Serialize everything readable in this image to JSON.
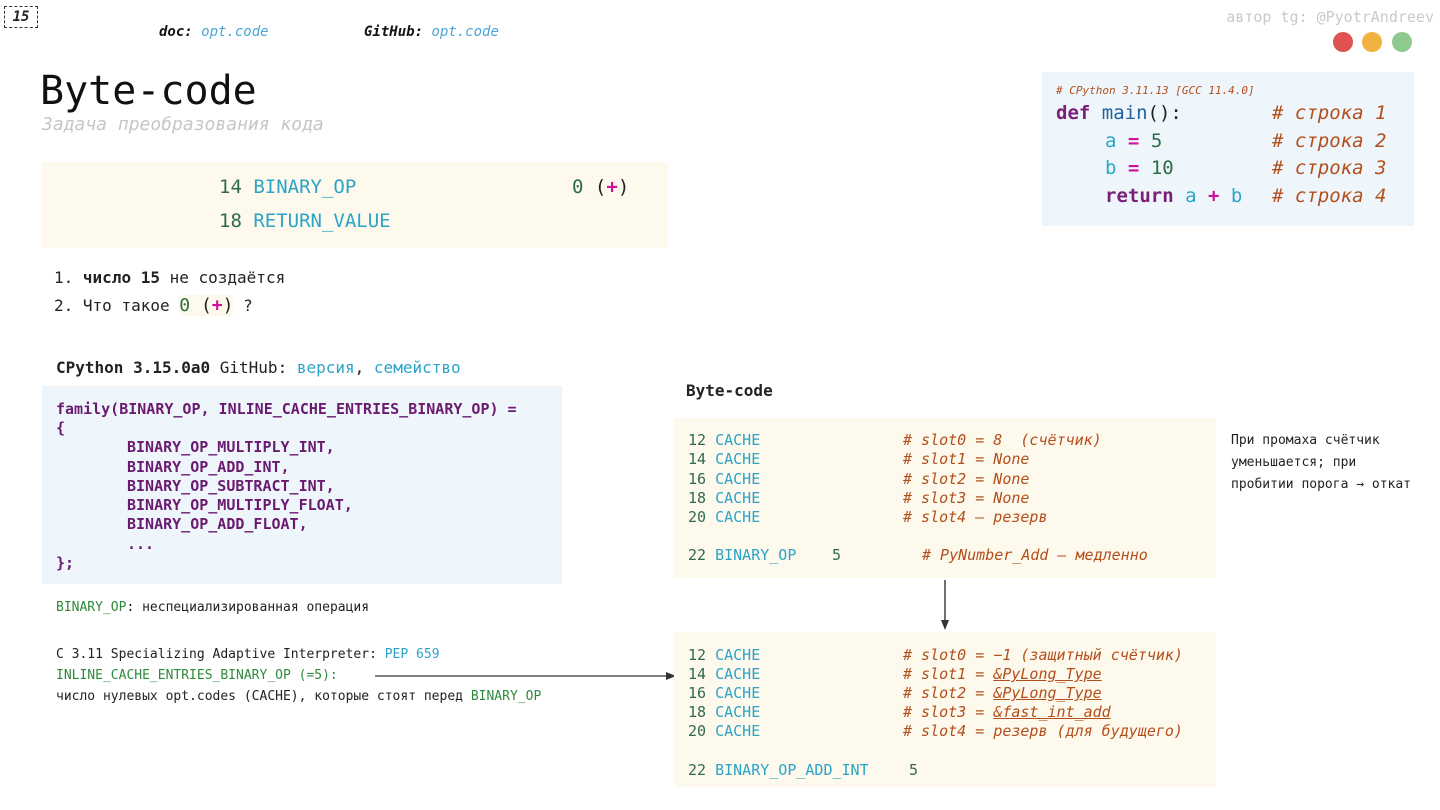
{
  "slide_number": "15",
  "header": {
    "doc_label": "doc:",
    "doc_link": "opt.code",
    "github_label": "GitHub:",
    "github_link": "opt.code",
    "author": "автор tg: @PyotrAndreev"
  },
  "window_dots": [
    {
      "name": "close",
      "color": "#e05252"
    },
    {
      "name": "minimize",
      "color": "#f0b13e"
    },
    {
      "name": "maximize",
      "color": "#8ec98e"
    }
  ],
  "title": "Byte-code",
  "subtitle": "Задача преобразования кода",
  "ops": [
    {
      "offset": "14",
      "name": "BINARY_OP",
      "arg": "0",
      "paren_open": "(",
      "plus": "+",
      "paren_close": ")"
    },
    {
      "offset": "18",
      "name": "RETURN_VALUE"
    }
  ],
  "notes": {
    "n1_num": "1.",
    "n1_bold": "число 15",
    "n1_rest": "не создаётся",
    "n2_num": "2.",
    "n2_text": "Что такое",
    "n2_zero": "0",
    "n2_paren_open": "(",
    "n2_plus": "+",
    "n2_paren_close": ")",
    "n2_q": "?"
  },
  "code": {
    "header_comment": "# CPython 3.11.13 [GCC 11.4.0]",
    "lines": [
      {
        "kw": "def",
        "fn": "main",
        "punct": "():",
        "comment": "# строка 1"
      },
      {
        "var": "a",
        "op": "=",
        "val": "5",
        "comment": "# строка 2"
      },
      {
        "var": "b",
        "op": "=",
        "val": "10",
        "comment": "# строка 3"
      },
      {
        "kw": "return",
        "a": "a",
        "op": "+",
        "b": "b",
        "comment": "# строка 4"
      }
    ]
  },
  "cpython": {
    "version": "CPython 3.15.0a0",
    "github": "GitHub:",
    "link1": "версия",
    "comma": ",",
    "link2": "семейство"
  },
  "family": {
    "line1": "family(BINARY_OP, INLINE_CACHE_ENTRIES_BINARY_OP) =",
    "line2": "{",
    "items": [
      "BINARY_OP_MULTIPLY_INT,",
      "BINARY_OP_ADD_INT,",
      "BINARY_OP_SUBTRACT_INT,",
      "BINARY_OP_MULTIPLY_FLOAT,",
      "BINARY_OP_ADD_FLOAT,",
      "..."
    ],
    "close": "};"
  },
  "bop_note": {
    "name": "BINARY_OP",
    "text": ": неспециализированная операция"
  },
  "sai": {
    "line1_text": "С 3.11 Specializing Adaptive Interpreter:",
    "line1_link": "PEP 659",
    "line2": "INLINE_CACHE_ENTRIES_BINARY_OP (=5):",
    "line3_text": "число нулевых opt.codes (CACHE), которые стоят перед",
    "line3_name": "BINARY_OP"
  },
  "bytecode_heading": "Byte-code",
  "bc_top": [
    {
      "n": "12",
      "o": "CACHE",
      "arg": "",
      "c": "# slot0 = 8  (счётчик)"
    },
    {
      "n": "14",
      "o": "CACHE",
      "arg": "",
      "c": "# slot1 = None"
    },
    {
      "n": "16",
      "o": "CACHE",
      "arg": "",
      "c": "# slot2 = None"
    },
    {
      "n": "18",
      "o": "CACHE",
      "arg": "",
      "c": "# slot3 = None"
    },
    {
      "n": "20",
      "o": "CACHE",
      "arg": "",
      "c": "# slot4 — резерв"
    },
    {
      "n": "22",
      "o": "BINARY_OP",
      "arg": "5",
      "c": "# PyNumber_Add — медленно"
    }
  ],
  "bc_bottom": [
    {
      "n": "12",
      "o": "CACHE",
      "c_pre": "# slot0 = ",
      "c_u": "",
      "c_post": "−1 (защитный счётчик)"
    },
    {
      "n": "14",
      "o": "CACHE",
      "c_pre": "# slot1 = ",
      "c_u": "&PyLong_Type",
      "c_post": ""
    },
    {
      "n": "16",
      "o": "CACHE",
      "c_pre": "# slot2 = ",
      "c_u": "&PyLong_Type",
      "c_post": ""
    },
    {
      "n": "18",
      "o": "CACHE",
      "c_pre": "# slot3 = ",
      "c_u": "&fast_int_add",
      "c_post": ""
    },
    {
      "n": "20",
      "o": "CACHE",
      "c_pre": "# slot4 = ",
      "c_u": "",
      "c_post": "резерв (для будущего)"
    },
    {
      "n": "22",
      "o": "BINARY_OP_ADD_INT",
      "arg": "5"
    }
  ],
  "side_note": "При промаха счётчик уменьшается; при пробитии порога → откат"
}
